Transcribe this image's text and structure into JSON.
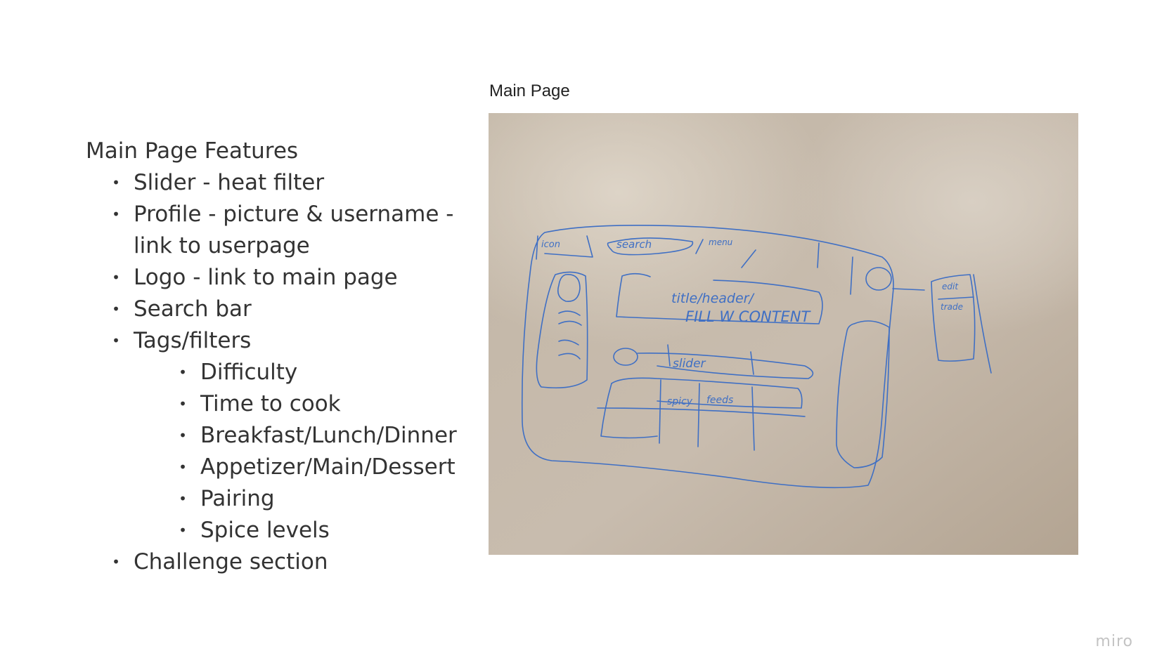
{
  "features": {
    "title": "Main Page Features",
    "items": [
      {
        "text": "Slider - heat filter",
        "level": 1
      },
      {
        "text": "Profile - picture & username - link to userpage",
        "level": 1
      },
      {
        "text": "Logo - link to main page",
        "level": 1
      },
      {
        "text": "Search bar",
        "level": 1
      },
      {
        "text": "Tags/filters",
        "level": 1
      },
      {
        "text": "Difficulty",
        "level": 2
      },
      {
        "text": "Time to cook",
        "level": 2
      },
      {
        "text": "Breakfast/Lunch/Dinner",
        "level": 2
      },
      {
        "text": "Appetizer/Main/Dessert",
        "level": 2
      },
      {
        "text": "Pairing",
        "level": 2
      },
      {
        "text": "Spice levels",
        "level": 2
      },
      {
        "text": "Challenge section",
        "level": 1
      }
    ]
  },
  "image_panel": {
    "label": "Main Page",
    "sketch_text": {
      "icon": "icon",
      "search": "search",
      "menu": "menu",
      "header_line1": "title/header/",
      "header_line2": "FILL W CONTENT",
      "slider": "slider",
      "spicy": "spicy",
      "feeds": "feeds",
      "edit": "edit",
      "trade": "trade"
    },
    "colors": {
      "whiteboard": "#c9bdad",
      "marker": "#3f6fc4"
    }
  },
  "brand": "miro"
}
